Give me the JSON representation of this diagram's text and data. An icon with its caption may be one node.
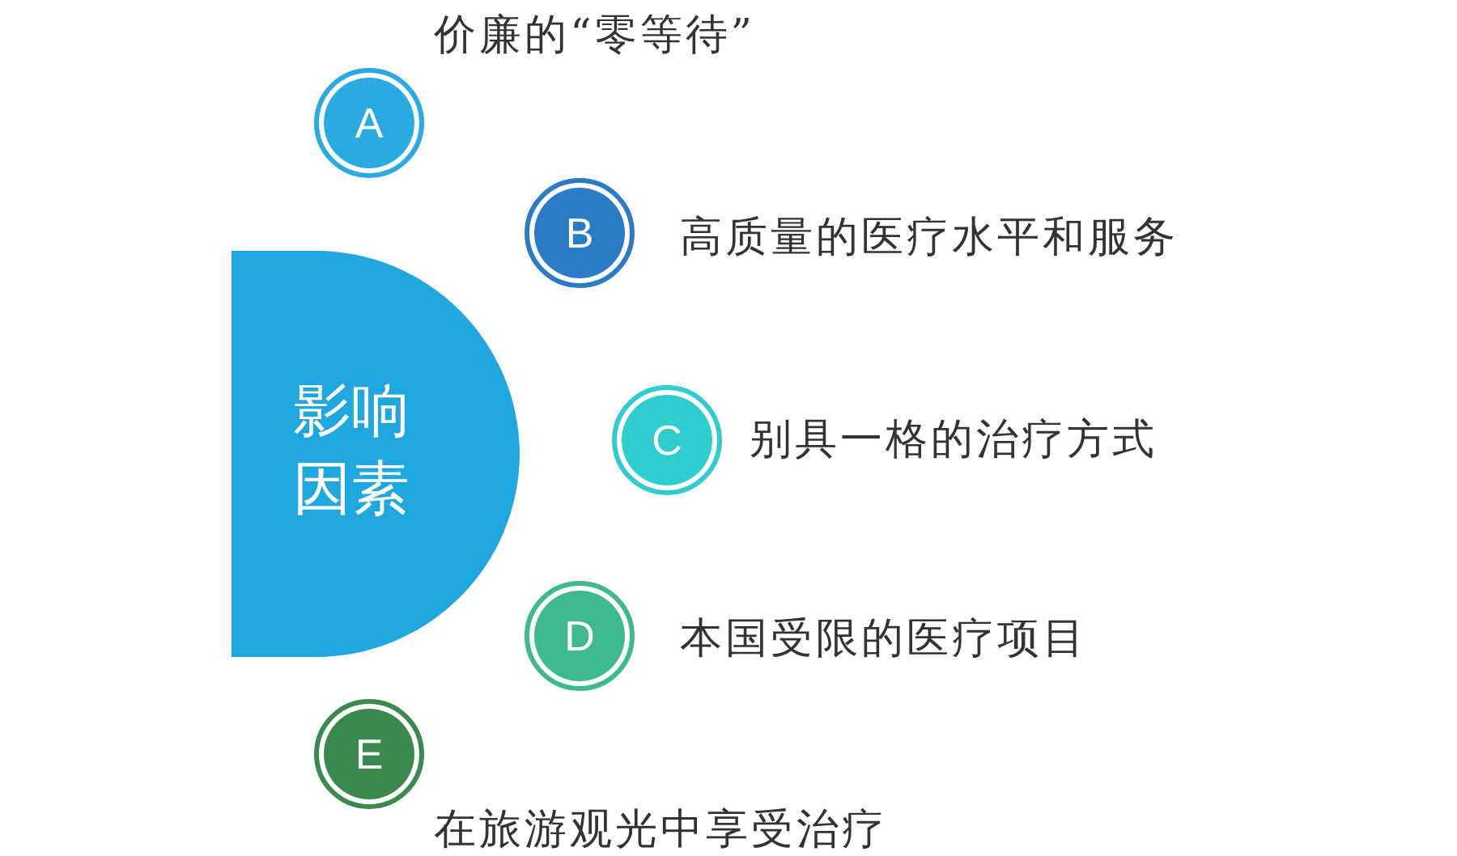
{
  "diagram": {
    "nodes": [
      {
        "text": [
          "影响因素"
        ]
      },
      {
        "text": [
          "A"
        ],
        "beside": [
          "价廉的“零等待”"
        ]
      },
      {
        "text": [
          "B"
        ],
        "beside": [
          "高质量的医疗水平和服务"
        ]
      },
      {
        "text": [
          "C"
        ],
        "beside": [
          "别具一格的治疗方式"
        ]
      },
      {
        "text": [
          "D"
        ],
        "beside": [
          "本国受限的医疗项目"
        ]
      },
      {
        "text": [
          "E"
        ],
        "beside": [
          "在旅游观光中享受治疗"
        ]
      }
    ]
  }
}
